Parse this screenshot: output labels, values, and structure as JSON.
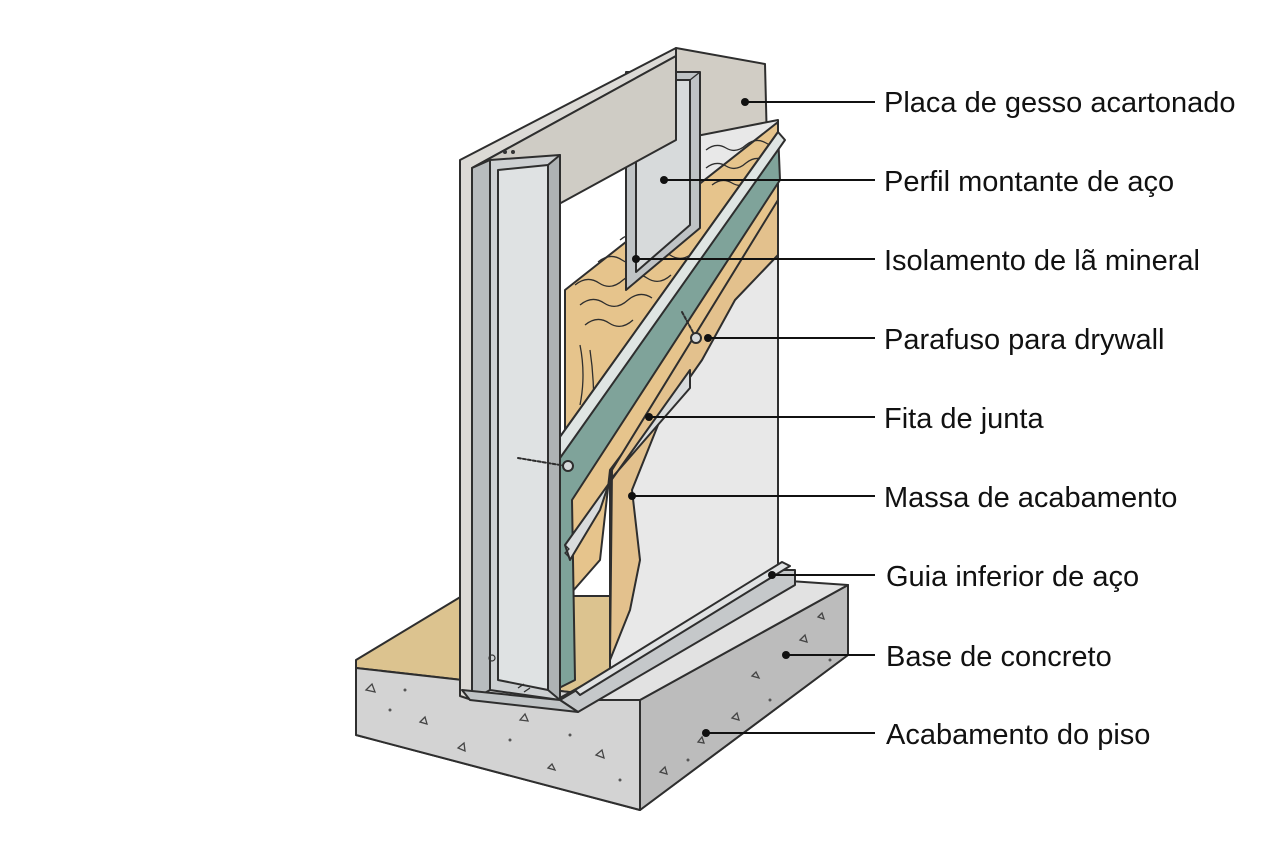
{
  "labels": [
    {
      "id": "drywall-board",
      "text": "Placa de gesso acartonado"
    },
    {
      "id": "steel-stud",
      "text": "Perfil montante de aço"
    },
    {
      "id": "mineral-wool",
      "text": "Isolamento de lã mineral"
    },
    {
      "id": "drywall-screw",
      "text": "Parafuso para drywall"
    },
    {
      "id": "joint-tape",
      "text": "Fita de junta"
    },
    {
      "id": "finishing-compound",
      "text": "Massa de acabamento"
    },
    {
      "id": "bottom-track",
      "text": "Guia inferior de aço"
    },
    {
      "id": "concrete-base",
      "text": "Base de concreto"
    },
    {
      "id": "floor-finish",
      "text": "Acabamento do piso"
    }
  ],
  "colors": {
    "board": "#e6e6e6",
    "board_top": "#cfcbc3",
    "steel": "#c9ccce",
    "steel_dark": "#9ea3a6",
    "insulation": "#e7c58e",
    "compound": "#e5c48f",
    "tape_green": "#7fa39a",
    "concrete": "#cfcfcf",
    "concrete_dark": "#b9b9b9",
    "floor_finish": "#dcc38f",
    "line": "#111111"
  }
}
